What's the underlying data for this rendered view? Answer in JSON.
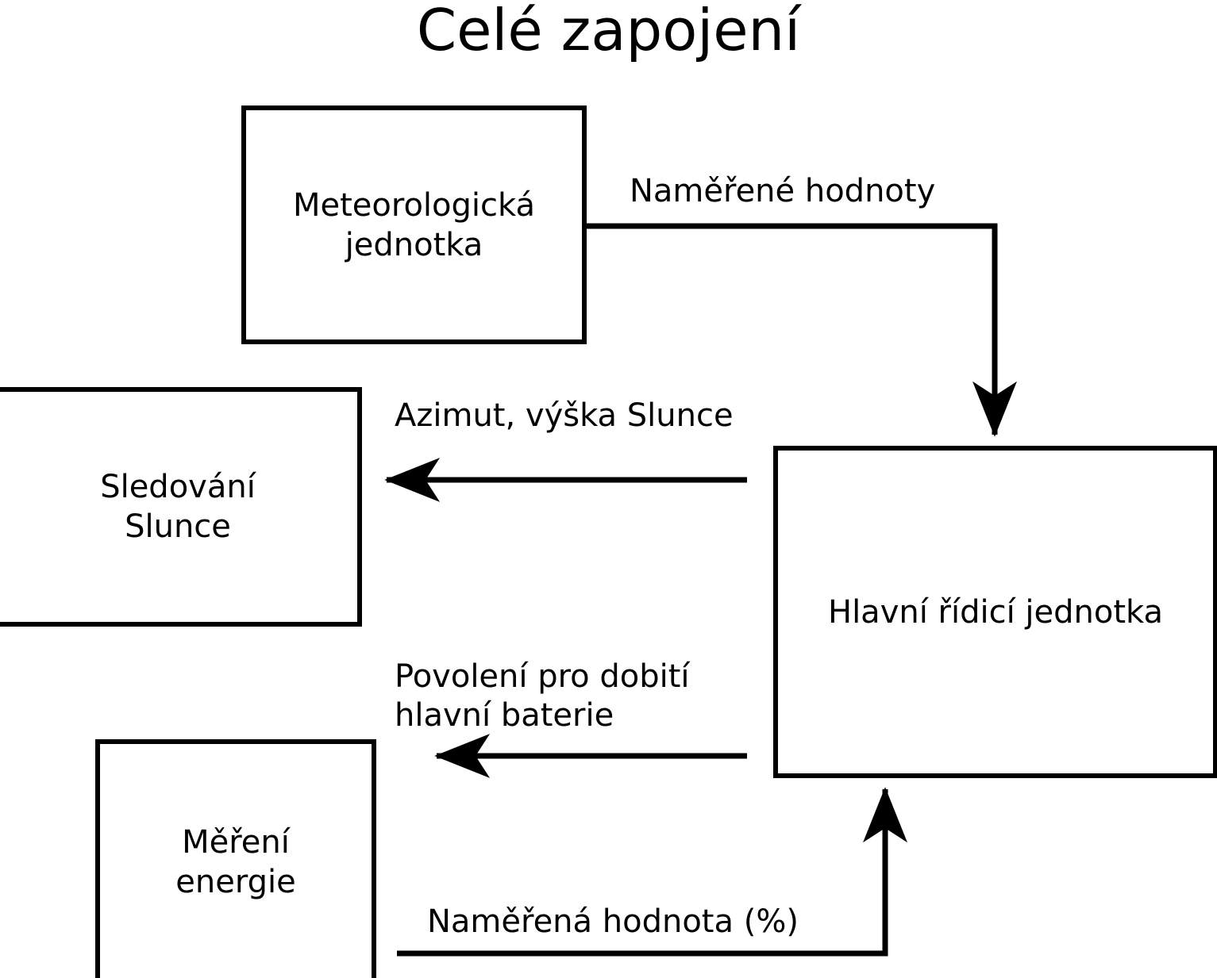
{
  "title": "Celé zapojení",
  "diagram": {
    "type": "flow-diagram",
    "nodes": [
      {
        "id": "meteo",
        "label": "Meteorologická\njednotka"
      },
      {
        "id": "sun",
        "label": "Sledování\nSlunce"
      },
      {
        "id": "main",
        "label": "Hlavní řídicí jednotka"
      },
      {
        "id": "energy",
        "label": "Měření\nenergie"
      }
    ],
    "edges": [
      {
        "id": "measured",
        "from": "meteo",
        "to": "main",
        "label": "Naměřené hodnoty"
      },
      {
        "id": "azimuth",
        "from": "main",
        "to": "sun",
        "label": "Azimut, výška Slunce"
      },
      {
        "id": "permission",
        "from": "main",
        "to": "energy",
        "label": "Povolení pro dobití\nhlavní baterie"
      },
      {
        "id": "measured_pct",
        "from": "energy",
        "to": "main",
        "label": "Naměřená hodnota (%)"
      }
    ],
    "colors": {
      "stroke": "#000000",
      "fill": "#ffffff",
      "text": "#000000"
    }
  }
}
